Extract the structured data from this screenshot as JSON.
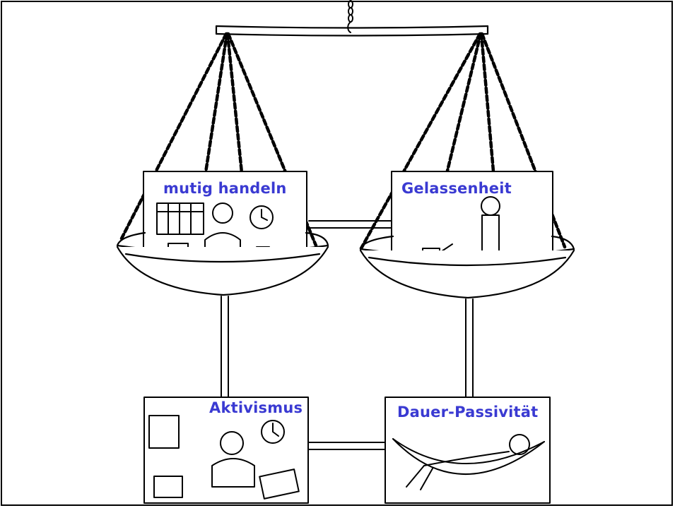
{
  "labels": {
    "top_left": "mutig handeln",
    "top_right": "Gelassenheit",
    "bottom_left": "Aktivismus",
    "bottom_right": "Dauer-Passivität"
  },
  "colors": {
    "label": "#3a3ad2",
    "ink": "#000000",
    "background": "#ffffff"
  }
}
